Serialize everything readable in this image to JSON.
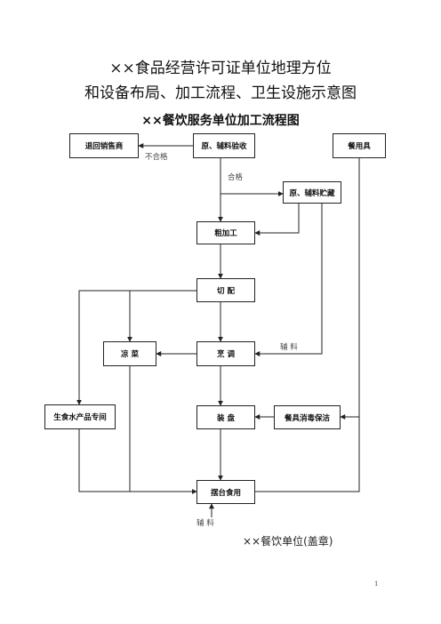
{
  "header": {
    "title_line1": "××食品经营许可证单位地理方位",
    "title_line2": "和设备布局、加工流程、卫生设施示意图",
    "subtitle": "××餐饮服务单位加工流程图"
  },
  "nodes": {
    "return_supplier": "退回销售商",
    "raw_inspection": "原、辅料验收",
    "tableware": "餐用具",
    "raw_storage": "原、辅料贮藏",
    "rough_processing": "粗加工",
    "cutting": "切  配",
    "cold_dish": "凉  菜",
    "cooking": "烹  调",
    "raw_seafood_room": "生食水产品专间",
    "plating": "装  盘",
    "tableware_disinfection": "餐具消毒保洁",
    "serving": "摆台食用"
  },
  "edge_labels": {
    "unqualified": "不合格",
    "qualified": "合格",
    "auxiliary_1": "辅  料",
    "auxiliary_2": "辅  料"
  },
  "footer": {
    "unit_seal": "××餐饮单位(盖章)",
    "page_number": "1"
  }
}
